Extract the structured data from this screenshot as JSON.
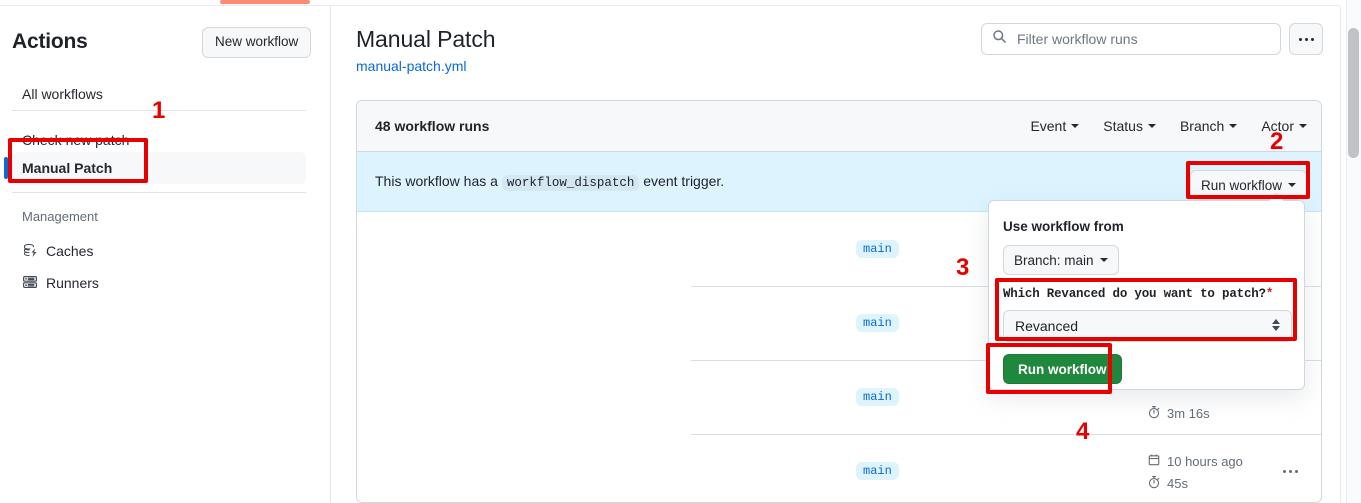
{
  "sidebar": {
    "title": "Actions",
    "new_workflow_label": "New workflow",
    "items": [
      {
        "label": "All workflows",
        "icon": ""
      },
      {
        "label": "Check new patch",
        "icon": ""
      },
      {
        "label": "Manual Patch",
        "icon": ""
      }
    ],
    "management_label": "Management",
    "management_items": [
      {
        "label": "Caches",
        "icon": "database-cache-icon"
      },
      {
        "label": "Runners",
        "icon": "server-runners-icon"
      }
    ]
  },
  "header": {
    "title": "Manual Patch",
    "subtitle": "manual-patch.yml",
    "search_placeholder": "Filter workflow runs",
    "search_value": "",
    "search_icon": "search-icon",
    "kebab_icon": "kebab-horizontal-icon"
  },
  "runs_panel": {
    "count_label": "48 workflow runs",
    "filters": [
      {
        "label": "Event"
      },
      {
        "label": "Status"
      },
      {
        "label": "Branch"
      },
      {
        "label": "Actor"
      }
    ],
    "dispatch_banner": {
      "text_before": "This workflow has a",
      "code": "workflow_dispatch",
      "text_after": "event trigger.",
      "run_button_label": "Run workflow",
      "background_color": "#ddf4ff"
    },
    "rows": [
      {
        "branch": "main",
        "date": "",
        "duration": "",
        "date_icon": "calendar-icon",
        "duration_icon": "stopwatch-icon"
      },
      {
        "branch": "main",
        "date": "",
        "duration": "",
        "date_icon": "calendar-icon",
        "duration_icon": "stopwatch-icon"
      },
      {
        "branch": "main",
        "date": "",
        "duration": "3m 16s",
        "date_icon": "calendar-icon",
        "duration_icon": "stopwatch-icon"
      },
      {
        "branch": "main",
        "date": "10 hours ago",
        "duration": "45s",
        "date_icon": "calendar-icon",
        "duration_icon": "stopwatch-icon"
      }
    ]
  },
  "dispatch_panel": {
    "use_workflow_from_label": "Use workflow from",
    "branch_button_label": "Branch: main",
    "input_label": "Which Revanced do you want to patch?",
    "required_marker": "*",
    "select_value": "Revanced",
    "submit_label": "Run workflow",
    "submit_color": "#1f883d"
  },
  "annotations": {
    "markers": [
      "1",
      "2",
      "3",
      "4"
    ],
    "color": "#e60000"
  }
}
